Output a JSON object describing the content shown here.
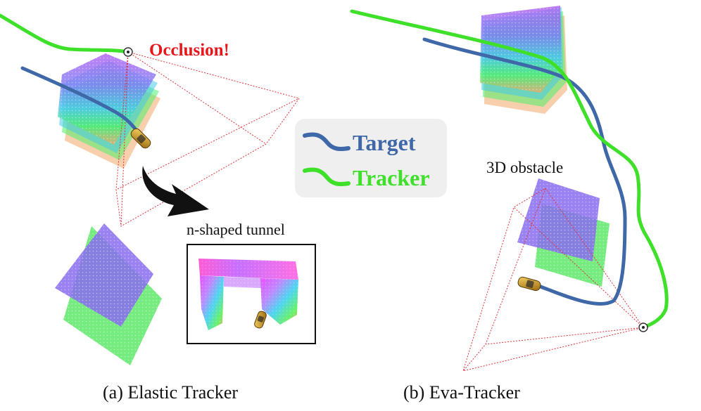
{
  "annotations": {
    "occlusion": "Occlusion!",
    "tunnel": "n-shaped tunnel",
    "obstacle": "3D obstacle"
  },
  "legend": {
    "target": "Target",
    "tracker": "Tracker"
  },
  "captions": {
    "left": "(a) Elastic Tracker",
    "right": "(b) Eva-Tracker"
  },
  "colors": {
    "target_path": "#3e68a8",
    "tracker_path": "#3ee02a",
    "occlusion_text": "#e8161b",
    "fov_lines": "#e0343a",
    "legend_bg": "#efefef"
  }
}
